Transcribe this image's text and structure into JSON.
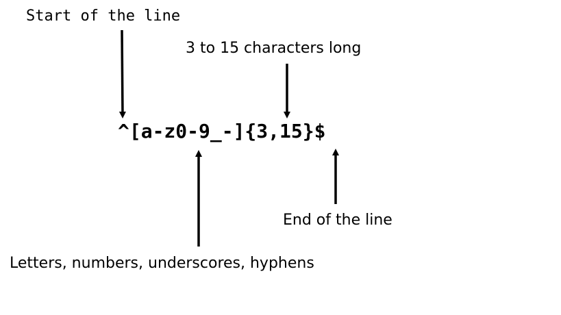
{
  "diagram": {
    "regex": "^[a-z0-9_-]{3,15}$",
    "labels": {
      "start": "Start of the line",
      "length": "3 to 15 characters long",
      "end": "End of the line",
      "chars": "Letters, numbers, underscores, hyphens"
    },
    "colors": {
      "text": "#000000",
      "background": "#ffffff",
      "arrow": "#000000"
    }
  }
}
